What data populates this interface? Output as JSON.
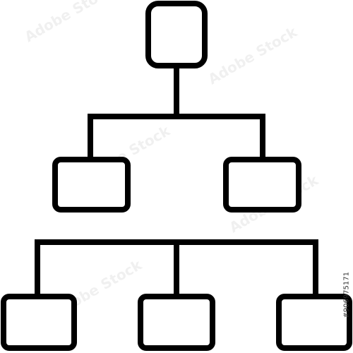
{
  "diagram": {
    "type": "hierarchy",
    "levels": [
      {
        "level": 1,
        "node_count": 1
      },
      {
        "level": 2,
        "node_count": 2
      },
      {
        "level": 3,
        "node_count": 3
      }
    ],
    "node_label_visible": false,
    "stroke_color": "#000000",
    "fill_color": "#ffffff",
    "background_color": "#ffffff"
  },
  "watermark": {
    "text": "Adobe Stock",
    "stock_id": "#906975171"
  }
}
